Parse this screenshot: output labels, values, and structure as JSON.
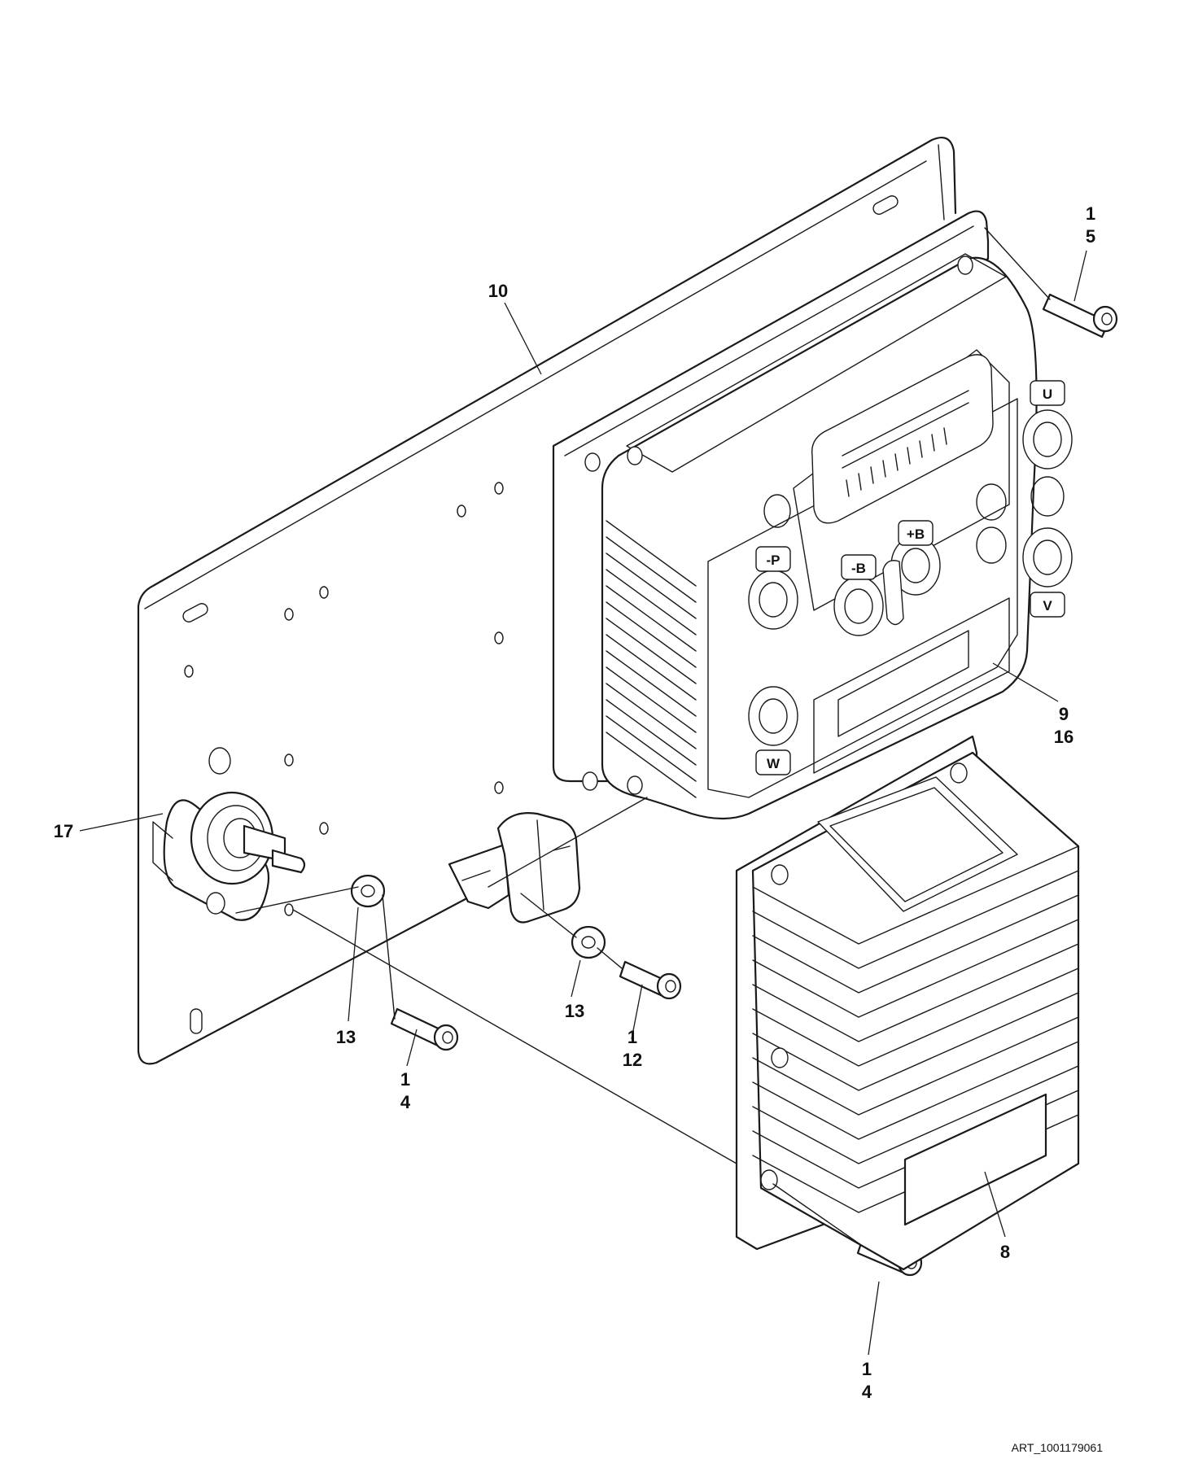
{
  "art_id": "ART_1001179061",
  "callouts": [
    {
      "id": "c10",
      "lines": [
        "10"
      ]
    },
    {
      "id": "c1-5",
      "lines": [
        "1",
        "5"
      ]
    },
    {
      "id": "c9-16",
      "lines": [
        "9",
        "16"
      ]
    },
    {
      "id": "c17",
      "lines": [
        "17"
      ]
    },
    {
      "id": "c13a",
      "lines": [
        "13"
      ]
    },
    {
      "id": "c1-4a",
      "lines": [
        "1",
        "4"
      ]
    },
    {
      "id": "c13b",
      "lines": [
        "13"
      ]
    },
    {
      "id": "c1-12",
      "lines": [
        "1",
        "12"
      ]
    },
    {
      "id": "c8",
      "lines": [
        "8"
      ]
    },
    {
      "id": "c1-4b",
      "lines": [
        "1",
        "4"
      ]
    }
  ],
  "terminal_labels": {
    "u": "U",
    "p_minus": "-P",
    "b_minus": "-B",
    "b_plus": "+B",
    "v": "V",
    "w": "W"
  }
}
